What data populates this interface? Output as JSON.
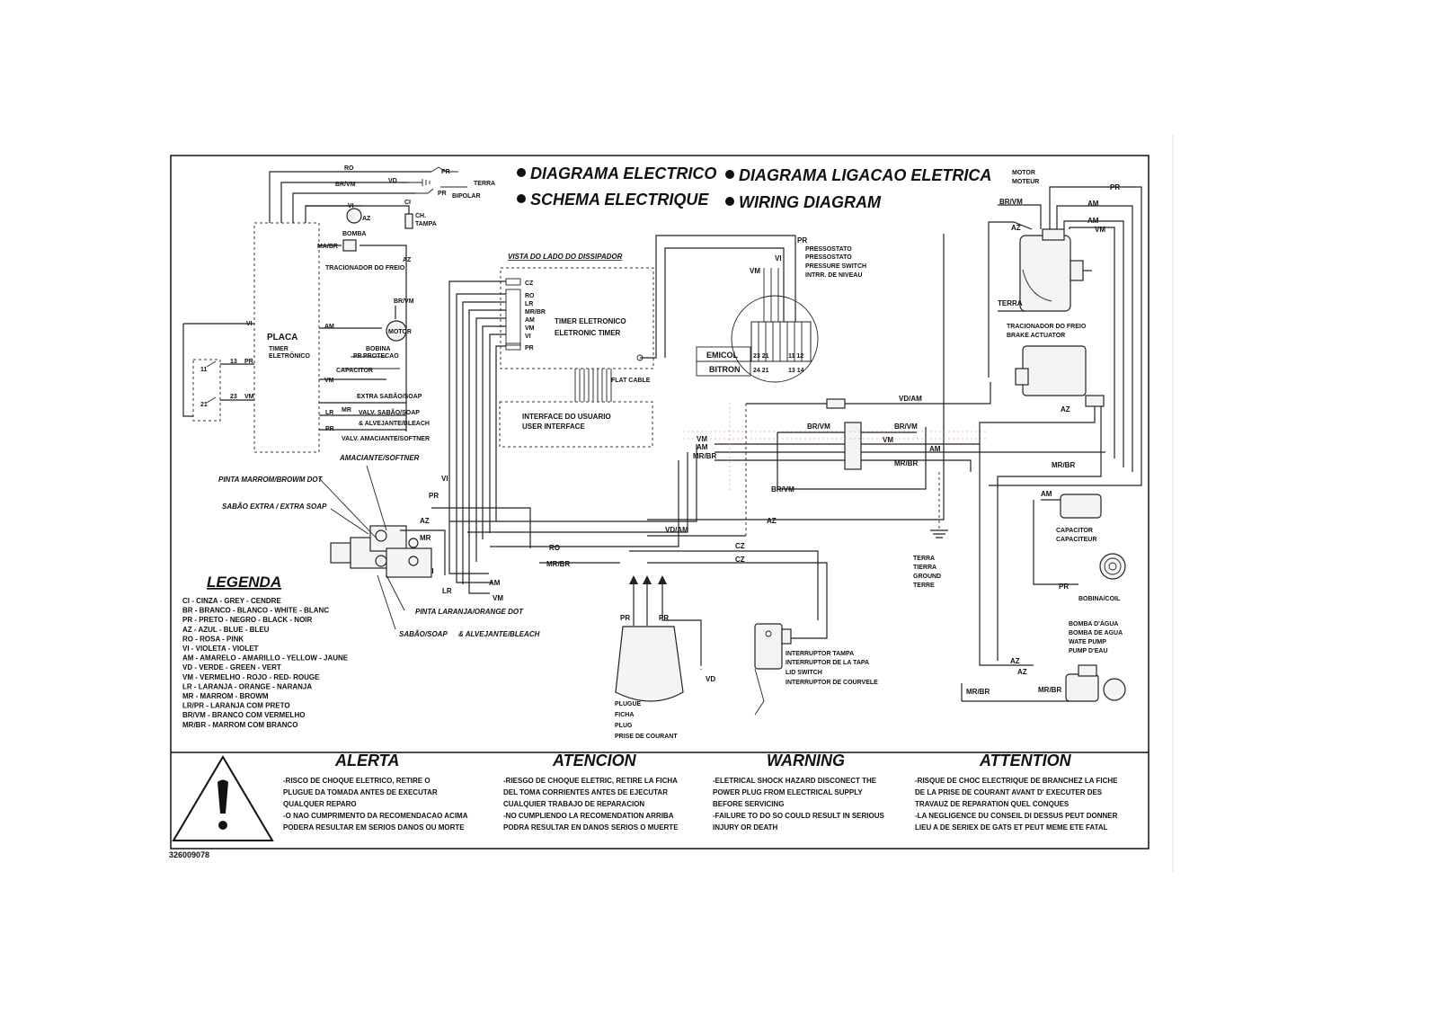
{
  "titles": [
    "DIAGRAMA ELECTRICO",
    "SCHEMA ELECTRIQUE",
    "DIAGRAMA LIGACAO ELETRICA",
    "WIRING DIAGRAM"
  ],
  "top_left": {
    "labels": [
      "RO",
      "VD",
      "PR",
      "TERRA",
      "BR/VM",
      "PR",
      "BIPOLAR",
      "VI",
      "CI",
      "AZ",
      "CH.",
      "TAMPA",
      "BOMBA",
      "MA/BR",
      "TRACIONADOR DO FREIO",
      "AZ",
      "BR/VM",
      "VI",
      "AM",
      "MOTOR",
      "PR",
      "BOBINA",
      "PROTECAO",
      "CAPACITOR",
      "VM",
      "PLACA",
      "TIMER",
      "ELETRÔNICO",
      "11",
      "21",
      "13",
      "PR",
      "23",
      "VM"
    ],
    "valves": [
      "EXTRA SABÃO/SOAP",
      "MR",
      "VALV. SABÃO/SOAP",
      "LR",
      "& ALVEJANTE/BLEACH",
      "PR",
      "VALV. AMACIANTE/SOFTNER"
    ]
  },
  "timer": {
    "view_label": "VISTA DO LADO DO DISSIPADOR",
    "pins": [
      "CZ",
      "RO",
      "LR",
      "MR/BR",
      "AM",
      "VM",
      "VI",
      "PR"
    ],
    "title1": "TIMER ELETRONICO",
    "title2": "ELETRONIC TIMER",
    "flat_cable": "FLAT CABLE",
    "ui1": "INTERFACE DO USUARIO",
    "ui2": "USER INTERFACE"
  },
  "pressure": {
    "lines": [
      "PRESSOSTATO",
      "PRESSOSTATO",
      "PRESSURE SWITCH",
      "INTRR. DE NIVEAU"
    ],
    "wires": [
      "PR",
      "VI",
      "VM"
    ],
    "emicol": "EMICOL",
    "bitron": "BITRON",
    "pins_emicol": "23 21",
    "pins_bitron": "24 21",
    "pins_right1": "11 12",
    "pins_right2": "13 14"
  },
  "mid_wires": [
    "VD/AM",
    "BR/VM",
    "BR/VM",
    "VM",
    "VM",
    "AM",
    "AM",
    "MR/BR",
    "MR/BR",
    "BR/VM",
    "AZ",
    "VD/AM",
    "CZ",
    "CZ",
    "RO",
    "MR/BR",
    "AM",
    "VM",
    "LR",
    "PR",
    "VI",
    "AZ",
    "MR",
    "VI"
  ],
  "valve_callouts": [
    "AMACIANTE/SOFTNER",
    "PINTA MARROM/BROWM DOT",
    "SABÃO EXTRA / EXTRA SOAP",
    "PINTA LARANJA/ORANGE DOT",
    "SABÃO/SOAP",
    "& ALVEJANTE/BLEACH"
  ],
  "plug": {
    "wires": [
      "PR",
      "PR",
      "VD"
    ],
    "lines": [
      "PLUGUE",
      "FICHA",
      "PLUG",
      "PRISE DE COURANT"
    ]
  },
  "lid": [
    "INTERRUPTOR TAMPA",
    "INTERRUPTOR DE LA TAPA",
    "LID SWITCH",
    "INTERRUPTOR DE COURVELE"
  ],
  "ground": [
    "TERRA",
    "TIERRA",
    "GROUND",
    "TERRE"
  ],
  "right": {
    "motor": [
      "MOTOR",
      "MOTEUR"
    ],
    "motor_wires": [
      "PR",
      "BR/VM",
      "AM",
      "AZ",
      "AM",
      "VM",
      "TERRA"
    ],
    "brake": [
      "TRACIONADOR DO FREIO",
      "BRAKE ACTUATOR"
    ],
    "brake_wire": "AZ",
    "mrbr": "MR/BR",
    "cap_wire": "AM",
    "cap": [
      "CAPACITOR",
      "CAPACITEUR"
    ],
    "coil_wire": "PR",
    "coil": "BOBINA/COIL",
    "pump": [
      "BOMBA D'ÁGUA",
      "BOMBA DE AGUA",
      "WATE PUMP",
      "PUMP D'EAU"
    ],
    "pump_wires": [
      "AZ",
      "AZ",
      "MR/BR",
      "MR/BR"
    ]
  },
  "legend": {
    "title": "LEGENDA",
    "items": [
      "CI - CINZA - GREY - CENDRE",
      "BR - BRANCO - BLANCO - WHITE - BLANC",
      "PR - PRETO - NEGRO - BLACK - NOIR",
      "AZ - AZUL - BLUE - BLEU",
      "RO - ROSA - PINK",
      "VI - VIOLETA - VIOLET",
      "AM - AMARELO - AMARILLO - YELLOW -   JAUNE",
      "VD - VERDE - GREEN - VERT",
      "VM - VERMELHO - ROJO - RED- ROUGE",
      "LR - LARANJA - ORANGE - NARANJA",
      "MR - MARROM - BROWM",
      "LR/PR - LARANJA COM PRETO",
      "BR/VM - BRANCO COM VERMELHO",
      "MR/BR - MARROM COM BRANCO"
    ]
  },
  "warnings": [
    {
      "head": "ALERTA",
      "lines": [
        "-RISCO DE CHOQUE ELETRICO, RETIRE O",
        "PLUGUE DA TOMADA ANTES DE EXECUTAR",
        "QUALQUER REPARO",
        "-O NAO CUMPRIMENTO DA RECOMENDACAO ACIMA",
        "PODERA RESULTAR EM SERIOS DANOS OU MORTE"
      ]
    },
    {
      "head": "ATENCION",
      "lines": [
        "-RIESGO DE CHOQUE ELETRIC, RETIRE LA FICHA",
        "DEL TOMA CORRIENTES ANTES DE EJECUTAR",
        "CUALQUIER TRABAJO DE REPARACION",
        "-NO CUMPLIENDO LA RECOMENDATION ARRIBA",
        "PODRA RESULTAR EN DANOS SERIOS O MUERTE"
      ]
    },
    {
      "head": "WARNING",
      "lines": [
        "-ELETRICAL SHOCK HAZARD DISCONECT THE",
        "POWER PLUG FROM ELECTRICAL SUPPLY",
        "BEFORE SERVICING",
        "-FAILURE TO DO SO COULD RESULT IN SERIOUS",
        "INJURY OR DEATH"
      ]
    },
    {
      "head": "ATTENTION",
      "lines": [
        "-RISQUE DE CHOC ELECTRIQUE DE BRANCHEZ LA FICHE",
        "DE LA PRISE DE COURANT AVANT D' EXECUTER DES",
        "TRAVAUZ DE REPARATION QUEL CONQUES",
        "-LA NEGLIGENCE DU CONSEIL DI DESSUS PEUT DONNER",
        "LIEU A DE SERIEX DE GATS ET PEUT MEME ETE FATAL"
      ]
    }
  ],
  "part_number": "326009078"
}
